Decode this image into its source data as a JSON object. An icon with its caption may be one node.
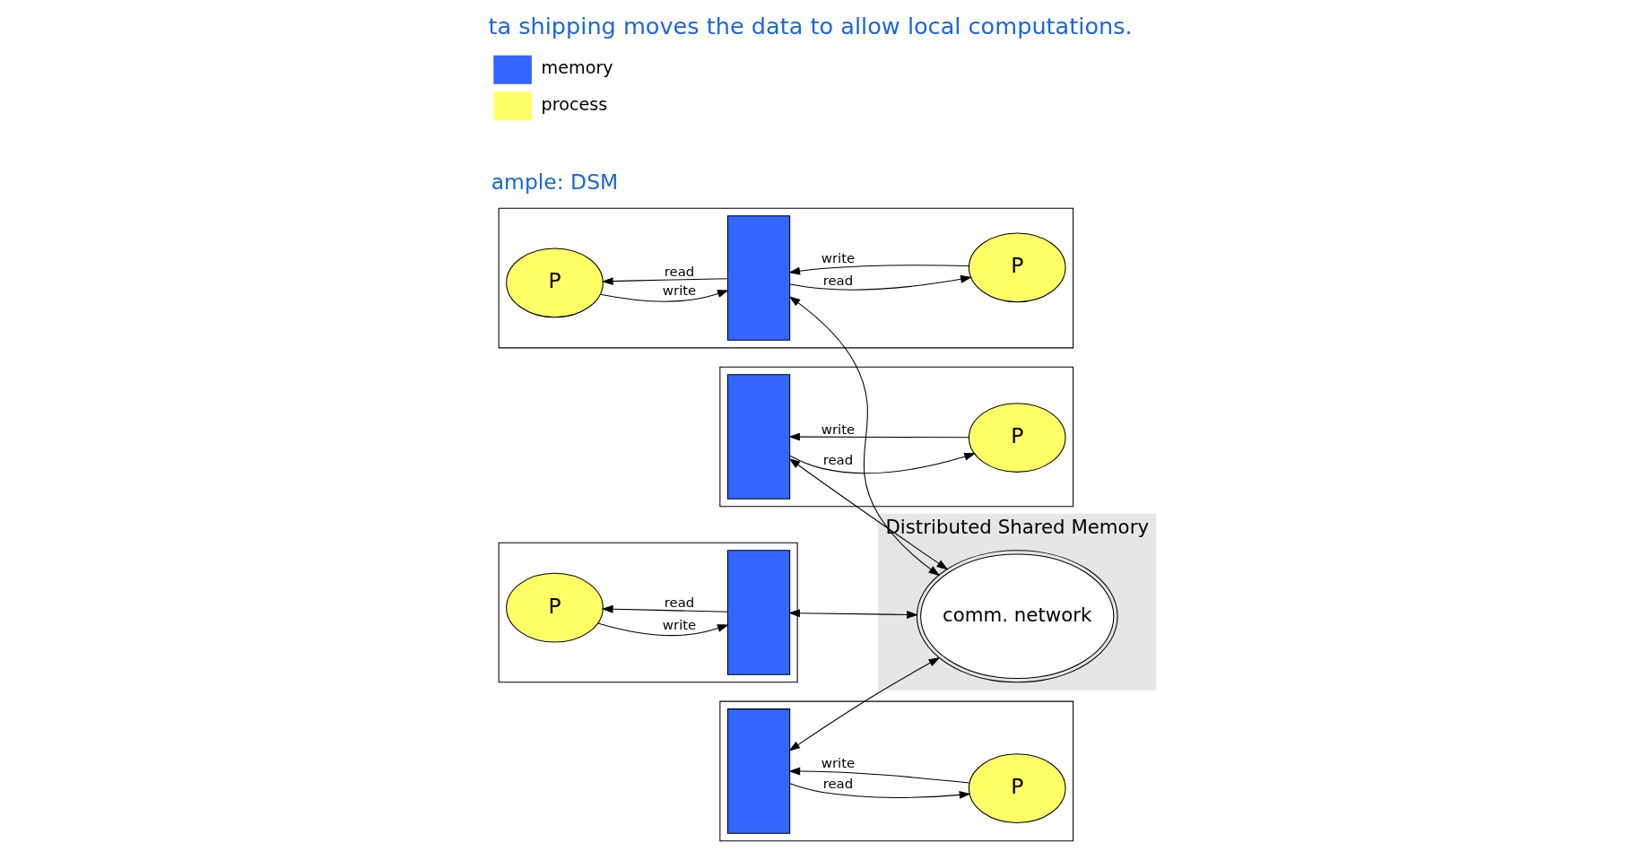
{
  "diagram": {
    "title": "ta shipping moves the data to allow local computations.",
    "nodes": [
      {
        "text": [],
        "shape": "box"
      },
      {
        "text": [
          "P"
        ],
        "in": 0
      },
      {
        "text": [
          "P"
        ],
        "in": 0
      },
      {
        "text": [],
        "shape": "box",
        "in": 0
      },
      {
        "text": [],
        "shape": "box"
      },
      {
        "text": [
          "P"
        ],
        "in": 4
      },
      {
        "text": [],
        "shape": "box",
        "in": 4
      },
      {
        "text": [
          "Distributed Shared Memory"
        ]
      },
      {
        "text": [
          "comm. network"
        ],
        "in": 7
      },
      {
        "text": [],
        "shape": "box"
      },
      {
        "text": [],
        "shape": "box",
        "in": 9
      },
      {
        "text": [
          "P"
        ],
        "in": 9
      },
      {
        "text": [],
        "shape": "box"
      },
      {
        "text": [],
        "shape": "box",
        "in": 12
      },
      {
        "text": [
          "P"
        ],
        "in": 12
      }
    ],
    "edges": [
      {
        "from": 1,
        "to": 3,
        "arrow": "to",
        "label": "write"
      },
      {
        "from": 3,
        "to": 1,
        "arrow": "to",
        "label": "read"
      },
      {
        "from": 2,
        "to": 3,
        "arrow": "to",
        "label": "write"
      },
      {
        "from": 3,
        "to": 2,
        "arrow": "to",
        "label": "read"
      },
      {
        "from": 5,
        "to": 6,
        "arrow": "to",
        "label": "write"
      },
      {
        "from": 6,
        "to": 5,
        "arrow": "to",
        "label": "read"
      },
      {
        "from": 10,
        "to": 11,
        "arrow": "to",
        "label": "read"
      },
      {
        "from": 11,
        "to": 10,
        "arrow": "to",
        "label": "write"
      },
      {
        "from": 13,
        "to": 14,
        "arrow": "to",
        "label": "read"
      },
      {
        "from": 14,
        "to": 13,
        "arrow": "to",
        "label": "write"
      },
      {
        "from": 3,
        "to": 8,
        "arrow": "both"
      },
      {
        "from": 6,
        "to": 8,
        "arrow": "both"
      },
      {
        "from": 10,
        "to": 8,
        "arrow": "both"
      },
      {
        "from": 13,
        "to": 8,
        "arrow": "both"
      }
    ],
    "labels": [
      "ample: DSM"
    ],
    "legend": [
      {
        "text": "memory",
        "color": "#3366ff"
      },
      {
        "text": "process",
        "color": "#ffff66"
      }
    ]
  }
}
